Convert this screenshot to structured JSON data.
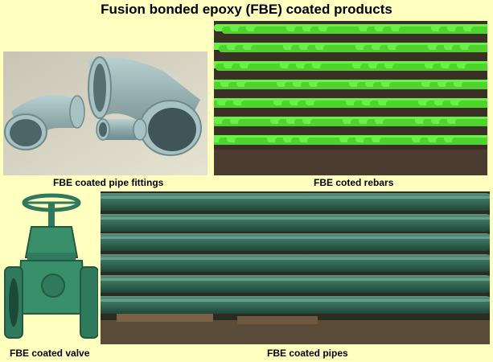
{
  "page": {
    "title": "Fusion bonded epoxy (FBE) coated products"
  },
  "products": [
    {
      "caption": "FBE coated pipe fittings",
      "image_icon": "pipe-fittings-photo",
      "color": "#9fb8b8"
    },
    {
      "caption": "FBE coted rebars",
      "image_icon": "rebars-photo",
      "color": "#5be33a"
    },
    {
      "caption": "FBE coated valve",
      "image_icon": "gate-valve-photo",
      "color": "#3a8f6b"
    },
    {
      "caption": "FBE coated pipes",
      "image_icon": "pipes-photo",
      "color": "#2e6a55"
    }
  ]
}
